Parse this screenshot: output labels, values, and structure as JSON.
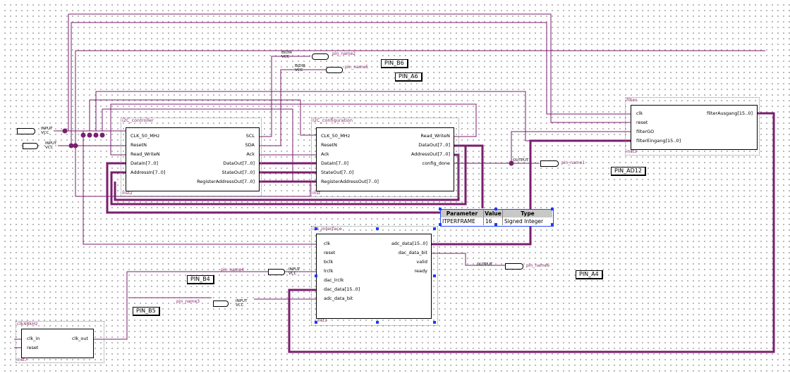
{
  "blocks": {
    "i2c_controller": {
      "title": "i2C_controller",
      "inst": "inst2",
      "inputs": [
        "CLK_50_MHz",
        "ResetN",
        "Read_WriteN",
        "DataIn[7..0]",
        "AddressIn[7..0]"
      ],
      "outputs": [
        "SCL",
        "SDA",
        "Ack",
        "DataOut[7..0]",
        "StateOut[7..0]",
        "RegisterAddressOut[7..0]"
      ]
    },
    "i2c_configuration": {
      "title": "I2C_configuration",
      "inst": "inst",
      "inputs": [
        "CLK_50_MHz",
        "ResetN",
        "Ack",
        "DataIn[7..0]",
        "StateOut[7..0]",
        "RegisterAddressOut[7..0]"
      ],
      "outputs": [
        "Read_WriteN",
        "DataOut[7..0]",
        "AddressOut[7..0]",
        "config_done"
      ]
    },
    "filter": {
      "title": "filter",
      "inst": "inst3",
      "inputs": [
        "clk",
        "reset",
        "filterGO",
        "filterEingang[15..0]"
      ],
      "outputs": [
        "filterAusgang[15..0]"
      ]
    },
    "i2s_interface": {
      "title": "i2s_interface",
      "inst": "inst1",
      "inputs": [
        "clk",
        "reset",
        "bclk",
        "lrclk",
        "dac_lrclk",
        "dac_data[15..0]",
        "adc_data_bit"
      ],
      "outputs": [
        "adc_data[15..0]",
        "dac_data_bit",
        "valid",
        "ready"
      ]
    },
    "clk48khz": {
      "title": "clk48kHz",
      "inst": "inst7",
      "inputs": [
        "clk_in",
        "reset"
      ],
      "outputs": [
        "clk_out"
      ]
    }
  },
  "params": {
    "headers": [
      "Parameter",
      "Value",
      "Type"
    ],
    "row": [
      "ITPERFRAME",
      "16",
      "Signed Integer"
    ]
  },
  "pins": {
    "in1": {
      "type": "INPUT",
      "vcc": "VCC"
    },
    "in2": {
      "type": "INPUT",
      "vcc": "VCC"
    },
    "scl_pin": {
      "type": "BIDIR",
      "vcc": "VCC",
      "name": "pin_name2"
    },
    "sda_pin": {
      "type": "BIDIR",
      "vcc": "VCC",
      "name": "pin_name5"
    },
    "cfg_pin": {
      "type": "OUTPUT",
      "name": "pin_name1"
    },
    "lrclk_pin": {
      "type": "INPUT",
      "vcc": "VCC",
      "name": "pin_name4"
    },
    "adcbit_pin": {
      "type": "INPUT",
      "vcc": "VCC",
      "name": "pin_name3"
    },
    "dacbit_pin": {
      "type": "OUTPUT",
      "name": "pin_name6"
    }
  },
  "assign": {
    "pin_b6": "PIN_B6",
    "pin_a6": "PIN_A6",
    "pin_ad12": "PIN_AD12",
    "pin_a4": "PIN_A4",
    "pin_b4": "PIN_B4",
    "pin_b5": "PIN_B5"
  },
  "colors": {
    "bus": "#7b1e6e",
    "wire": "#7b1e6e",
    "dots": "#7a7a7a",
    "select": "#1a3aff"
  }
}
